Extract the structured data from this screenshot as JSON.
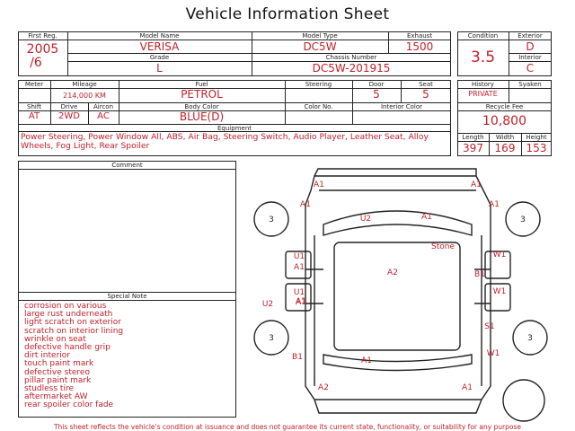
{
  "sheet_title": "Vehicle Information Sheet",
  "labels": {
    "first_reg": "First Reg.",
    "model_name": "Model Name",
    "model_type": "Model Type",
    "exhaust": "Exhaust",
    "grade": "Grade",
    "chassis_number": "Chassis Number",
    "condition": "Condition",
    "exterior": "Exterior",
    "interior": "Interior",
    "meter": "Meter",
    "mileage": "Mileage",
    "fuel": "Fuel",
    "steering": "Steering",
    "door": "Door",
    "seat": "Seat",
    "history": "History",
    "syaken": "Syaken",
    "shift": "Shift",
    "drive": "Drive",
    "aircon": "Aircon",
    "body_color": "Body Color",
    "color_no": "Color No.",
    "interior_color": "Interior Color",
    "recycle_fee": "Recycle Fee",
    "equipment": "Equipment",
    "length": "Length",
    "width": "Width",
    "height": "Height",
    "comment": "Comment",
    "special_note": "Special Note"
  },
  "values": {
    "first_reg_year": "2005",
    "first_reg_month": "/6",
    "model_name": "VERISA",
    "model_type": "DC5W",
    "exhaust": "1500",
    "grade": "L",
    "chassis_number": "DC5W-201915",
    "condition": "3.5",
    "exterior": "D",
    "interior": "C",
    "mileage": "214,000 KM",
    "fuel": "PETROL",
    "door": "5",
    "seat": "5",
    "history": "PRIVATE",
    "shift": "AT",
    "drive": "2WD",
    "aircon": "AC",
    "body_color": "BLUE(D)",
    "recycle_fee": "10,800",
    "equipment": "Power Steering, Power Window All, ABS, Air Bag, Steering Switch, Audio Player, Leather Seat, Alloy Wheels, Fog Light, Rear Spoiler",
    "length": "397",
    "width": "169",
    "height": "153"
  },
  "special_notes": [
    "corrosion on various",
    "large rust underneath",
    "light scratch on exterior",
    "scratch on interior lining",
    "wrinkle on seat",
    "defective handle grip",
    "dirt interior",
    "touch paint mark",
    "defective stereo",
    "pillar paint mark",
    "studless tire",
    "aftermarket AW",
    "rear spoiler color fade"
  ],
  "diagram_marks": [
    "A1",
    "A1",
    "A1",
    "A1",
    "U2",
    "A1",
    "3",
    "3",
    "Stone",
    "U1",
    "A1",
    "W1",
    "A2",
    "B1",
    "A1",
    "W1",
    "U1",
    "U2",
    "A1",
    "S1",
    "3",
    "3",
    "B1",
    "W1",
    "A1",
    "A2",
    "A1"
  ],
  "footer": "This sheet reflects the vehicle's condition at issuance and does not guarantee its current state, functionality, or suitability for any purpose"
}
